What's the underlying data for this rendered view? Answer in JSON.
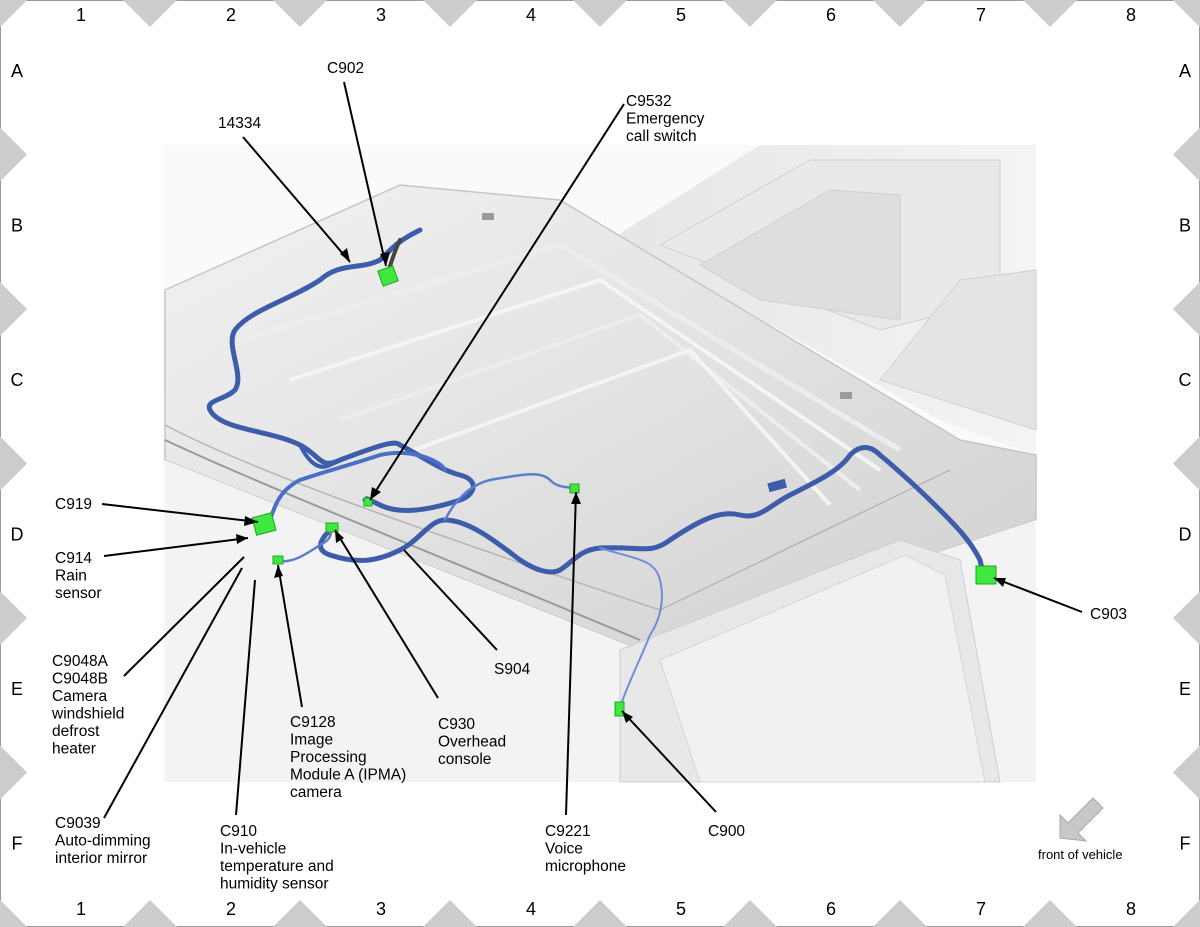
{
  "grid": {
    "columns": [
      "1",
      "2",
      "3",
      "4",
      "5",
      "6",
      "7",
      "8"
    ],
    "rows": [
      "A",
      "B",
      "C",
      "D",
      "E",
      "F"
    ]
  },
  "labels": {
    "c902": "C902",
    "p14334": "14334",
    "c9532": [
      "C9532",
      "Emergency",
      "call switch"
    ],
    "c919": "C919",
    "c914": [
      "C914",
      "Rain",
      "sensor"
    ],
    "c9048": [
      "C9048A",
      "C9048B",
      "Camera",
      "windshield",
      "defrost",
      "heater"
    ],
    "c9039": [
      "C9039",
      "Auto-dimming",
      "interior mirror"
    ],
    "c910": [
      "C910",
      "In-vehicle",
      "temperature and",
      "humidity sensor"
    ],
    "c9128": [
      "C9128",
      "Image",
      "Processing",
      "Module A (IPMA)",
      "camera"
    ],
    "c930": [
      "C930",
      "Overhead",
      "console"
    ],
    "s904": "S904",
    "c9221": [
      "C9221",
      "Voice",
      "microphone"
    ],
    "c900": "C900",
    "c903": "C903"
  },
  "orientation": {
    "label": "front of vehicle",
    "icon": "arrow-down-left-icon"
  },
  "colors": {
    "harness": "#4a6fc4",
    "connector": "#3ee83e",
    "body": "#d8d8d8",
    "frame": "#cccccc"
  }
}
